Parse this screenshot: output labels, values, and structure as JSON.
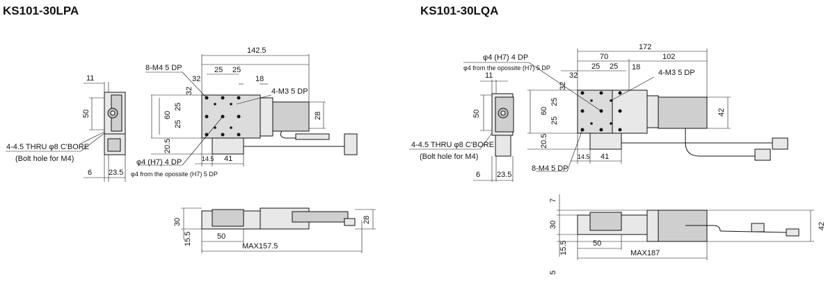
{
  "models": [
    {
      "title": "KS101-30LPA",
      "top_view": {
        "overall_length": "142.5",
        "pitch_x_1": "25",
        "pitch_x_2": "25",
        "offset_x": "32",
        "offset_motor": "18",
        "offset_y": "32",
        "height": "60",
        "pitch_y_1": "25",
        "pitch_y_2": "25",
        "base_height": "20.5",
        "base_offset": "14.5",
        "base_width": "41",
        "motor_height": "28",
        "tap_holes": "8-M4 5 DP",
        "motor_taps": "4-M3 5 DP",
        "pin_hole": "φ4 (H7) 4 DP",
        "pin_hole_opposite": "φ4 from the opossite (H7) 5 DP"
      },
      "side_view": {
        "width_top": "11",
        "height": "50",
        "bolt_hole": "4-4.5 THRU  φ8 C'BORE",
        "bolt_note": "(Bolt hole for M4)",
        "offset_bottom": "6",
        "width_bottom": "23.5"
      },
      "front_view": {
        "height": "30",
        "base": "15.5",
        "base_width": "50",
        "max_length": "MAX157.5",
        "motor_height": "28"
      }
    },
    {
      "title": "KS101-30LQA",
      "top_view": {
        "overall_length": "172",
        "length_stage": "70",
        "length_motor": "102",
        "pitch_x_1": "25",
        "pitch_x_2": "25",
        "offset_x": "32",
        "offset_motor": "18",
        "offset_y": "32",
        "height": "60",
        "pitch_y_1": "25",
        "pitch_y_2": "25",
        "base_height": "20.5",
        "base_offset": "14.5",
        "base_width": "41",
        "motor_height": "42",
        "tap_holes": "8-M4 5 DP",
        "motor_taps": "4-M3 5 DP",
        "pin_hole": "φ4 (H7) 4 DP",
        "pin_hole_opposite": "φ4 from the opossite (H7) 5 DP"
      },
      "side_view": {
        "width_top": "11",
        "height": "50",
        "bolt_hole": "4-4.5 THRU  φ8 C'BORE",
        "bolt_note": "(Bolt hole for M4)",
        "offset_bottom": "6",
        "width_bottom": "23.5"
      },
      "front_view": {
        "top_offset": "7",
        "height": "30",
        "base": "15.5",
        "bottom_offset": "5",
        "base_width": "50",
        "max_length": "MAX187",
        "motor_height": "42"
      }
    }
  ]
}
